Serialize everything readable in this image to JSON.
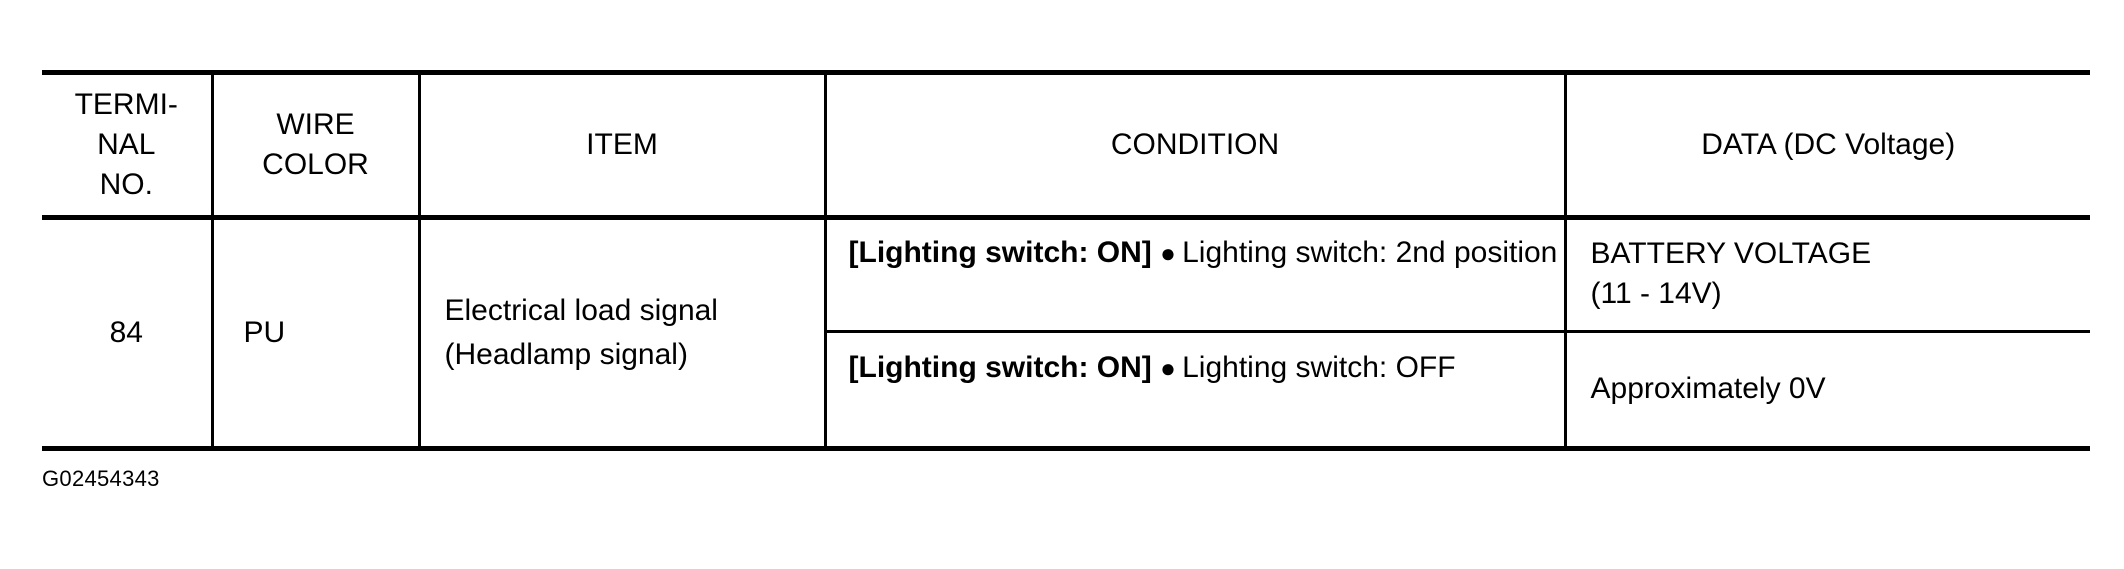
{
  "document": {
    "caption": "G02454343"
  },
  "table": {
    "headers": [
      {
        "lines": [
          "TERMI-",
          "NAL",
          "NO."
        ]
      },
      {
        "lines": [
          "WIRE",
          "COLOR"
        ]
      },
      {
        "lines": [
          "ITEM"
        ]
      },
      {
        "lines": [
          "CONDITION"
        ]
      },
      {
        "lines": [
          "DATA (DC Voltage)"
        ]
      }
    ],
    "rows": [
      {
        "terminal_no": "84",
        "wire_color": "PU",
        "item_lines": [
          "Electrical load signal",
          "(Headlamp signal)"
        ],
        "conditions": [
          {
            "heading": "[Lighting switch: ON]",
            "bullet": "●",
            "detail": "Lighting switch: 2nd position",
            "data_lines": [
              "BATTERY VOLTAGE",
              "(11 - 14V)"
            ]
          },
          {
            "heading": "[Lighting switch: ON]",
            "bullet": "●",
            "detail": "Lighting switch: OFF",
            "data_lines": [
              "Approximately 0V"
            ]
          }
        ]
      }
    ]
  },
  "colors": {
    "rule": "#000000",
    "text": "#000000",
    "background": "#ffffff"
  }
}
